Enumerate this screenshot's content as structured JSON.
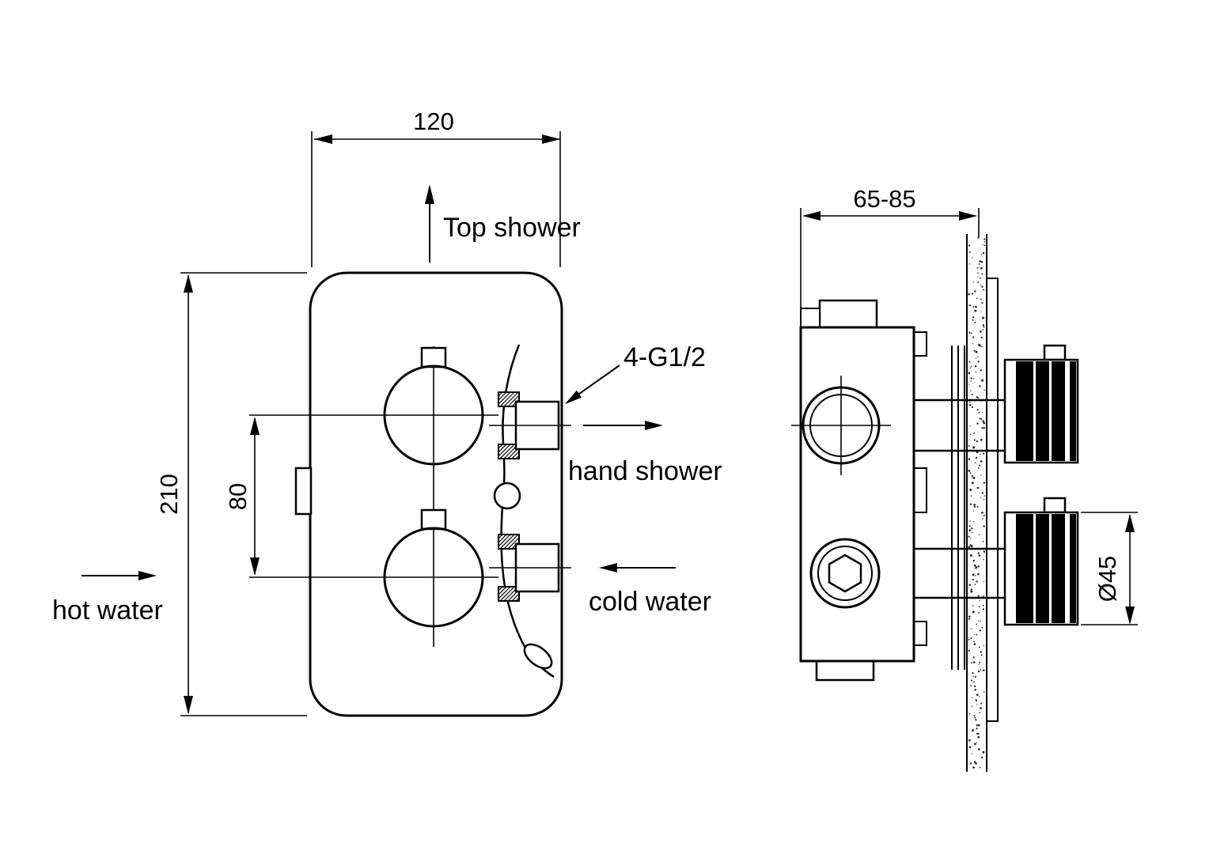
{
  "drawing": {
    "background": "#ffffff",
    "line_color": "#000000",
    "front_view": {
      "dim_width": "120",
      "dim_height": "210",
      "dim_handle_spacing": "80",
      "port_top_label": "Top shower",
      "port_right_top_label": "hand shower",
      "port_right_bottom_label": "cold water",
      "port_left_label": "hot water",
      "thread_label": "4-G1/2"
    },
    "side_view": {
      "dim_depth_range": "65-85",
      "dim_handle_diameter": "Ø45"
    }
  }
}
